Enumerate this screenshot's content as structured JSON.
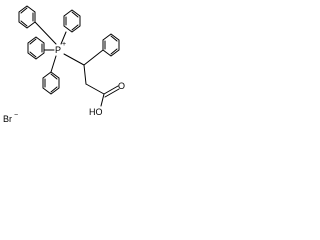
{
  "molecule": {
    "phosphorus": {
      "symbol": "P",
      "charge": "+"
    },
    "carboxyl": {
      "hydroxyl_label": "HO",
      "carbonyl_oxygen": "O"
    },
    "counterion": {
      "symbol": "Br",
      "charge": "−"
    }
  },
  "colors": {
    "ink": "#000000",
    "background": "#ffffff"
  }
}
